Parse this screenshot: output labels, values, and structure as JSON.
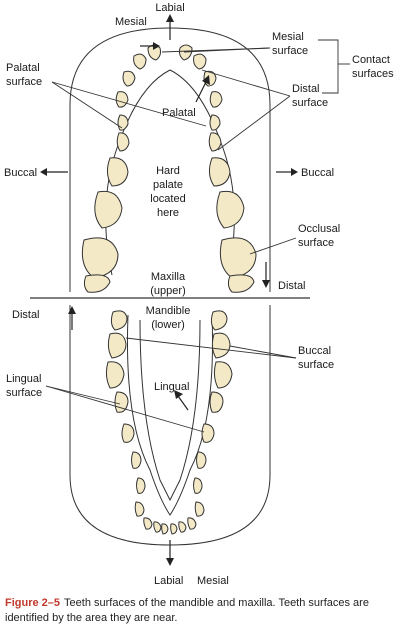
{
  "labels": {
    "labial_top": "Labial",
    "mesial_top": "Mesial",
    "mesial_surface": [
      "Mesial",
      "surface"
    ],
    "contact_surfaces": [
      "Contact",
      "surfaces"
    ],
    "palatal_surface": [
      "Palatal",
      "surface"
    ],
    "distal_surface": [
      "Distal",
      "surface"
    ],
    "palatal": "Palatal",
    "buccal_left": "Buccal",
    "buccal_right": "Buccal",
    "hard_palate": [
      "Hard",
      "palate",
      "located",
      "here"
    ],
    "occlusal_surface": [
      "Occlusal",
      "surface"
    ],
    "maxilla": [
      "Maxilla",
      "(upper)"
    ],
    "distal_right": "Distal",
    "distal_left": "Distal",
    "mandible": [
      "Mandible",
      "(lower)"
    ],
    "buccal_surface": [
      "Buccal",
      "surface"
    ],
    "lingual_surface": [
      "Lingual",
      "surface"
    ],
    "lingual": "Lingual",
    "labial_bottom": "Labial",
    "mesial_bottom": "Mesial"
  },
  "caption": {
    "figure_number": "Figure 2–5",
    "text": "Teeth surfaces of the mandible and maxilla. Teeth surfaces are identified by the area they are near."
  }
}
